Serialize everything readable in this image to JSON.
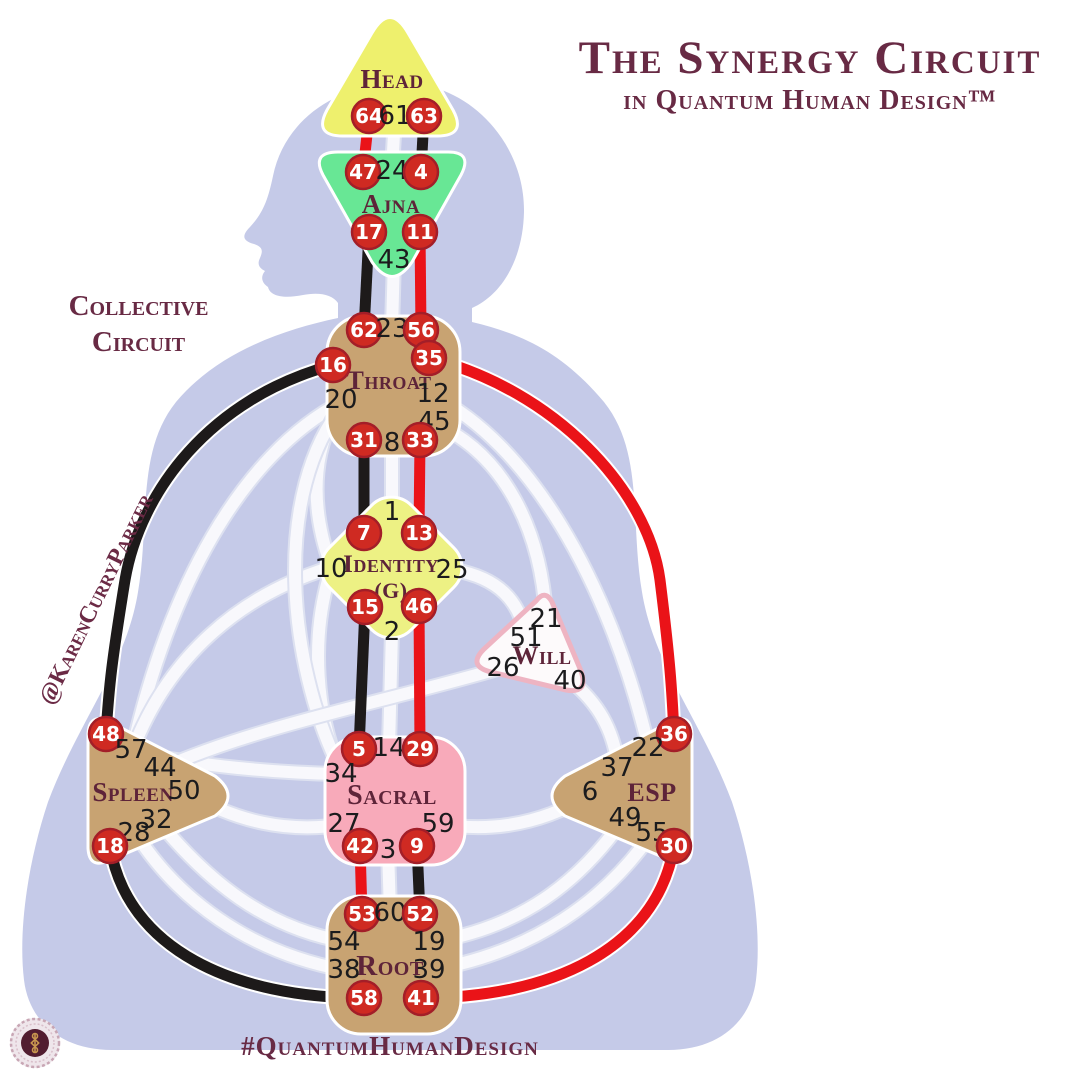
{
  "title": {
    "main": "The Synergy Circuit",
    "subtitle": "in Quantum Human Design™"
  },
  "side_label": {
    "line1": "Collective",
    "line2": "Circuit"
  },
  "watermark": "@KarenCurryParker",
  "hashtag": "#QuantumHumanDesign",
  "colors": {
    "maroon_text": "#682a44",
    "body_silhouette": "#c5cae8",
    "red_channel": "#ea1318",
    "black_channel": "#1d1a1a",
    "white_channel": "#f8f8fc",
    "gate_badge": "#cf2a22",
    "head_fill": "#eef06d",
    "ajna_fill": "#68e795",
    "identity_fill": "#edf184",
    "sacral_fill": "#f8aaba",
    "tan_fill": "#c8a372",
    "will_fill": "#fdfafb",
    "will_border": "#eeb4c2"
  },
  "centers": {
    "head": {
      "label": "Head",
      "gates": [
        "64",
        "61",
        "63"
      ]
    },
    "ajna": {
      "label": "Ajna",
      "gates": [
        "47",
        "24",
        "4",
        "17",
        "11",
        "43"
      ]
    },
    "throat": {
      "label": "Throat",
      "gates": [
        "62",
        "23",
        "56",
        "16",
        "35",
        "20",
        "12",
        "45",
        "31",
        "8",
        "33"
      ]
    },
    "identity": {
      "label": "Identity",
      "sublabel": "(G)",
      "gates": [
        "1",
        "7",
        "13",
        "10",
        "25",
        "15",
        "46",
        "2"
      ]
    },
    "will": {
      "label": "Will",
      "gates": [
        "21",
        "51",
        "26",
        "40"
      ]
    },
    "spleen": {
      "label": "Spleen",
      "gates": [
        "48",
        "57",
        "44",
        "50",
        "32",
        "28",
        "18"
      ]
    },
    "sacral": {
      "label": "Sacral",
      "gates": [
        "5",
        "14",
        "29",
        "34",
        "27",
        "59",
        "42",
        "3",
        "9"
      ]
    },
    "esp": {
      "label": "ESP",
      "gates": [
        "36",
        "22",
        "37",
        "6",
        "49",
        "55",
        "30"
      ]
    },
    "root": {
      "label": "Root",
      "gates": [
        "53",
        "60",
        "52",
        "54",
        "19",
        "38",
        "39",
        "58",
        "41"
      ]
    }
  },
  "highlighted_gates": [
    "64",
    "63",
    "47",
    "4",
    "17",
    "11",
    "62",
    "56",
    "16",
    "35",
    "31",
    "33",
    "7",
    "13",
    "15",
    "46",
    "5",
    "29",
    "42",
    "9",
    "48",
    "18",
    "36",
    "30",
    "53",
    "52",
    "58",
    "41"
  ],
  "channels": {
    "red": [
      "64-47",
      "11-56",
      "33-13",
      "46-29",
      "42-53",
      "35-36",
      "30-41"
    ],
    "black": [
      "63-4",
      "17-62",
      "31-7",
      "15-5",
      "9-52",
      "16-48",
      "18-58"
    ],
    "white": [
      "61-24",
      "43-23",
      "8-1",
      "2-14",
      "3-60",
      "20-57",
      "10-20",
      "10-34",
      "10-57",
      "34-57",
      "20-34",
      "12-22",
      "45-21",
      "25-51",
      "26-44",
      "40-37",
      "27-50",
      "59-6",
      "38-28",
      "54-32",
      "19-49",
      "39-55"
    ]
  }
}
